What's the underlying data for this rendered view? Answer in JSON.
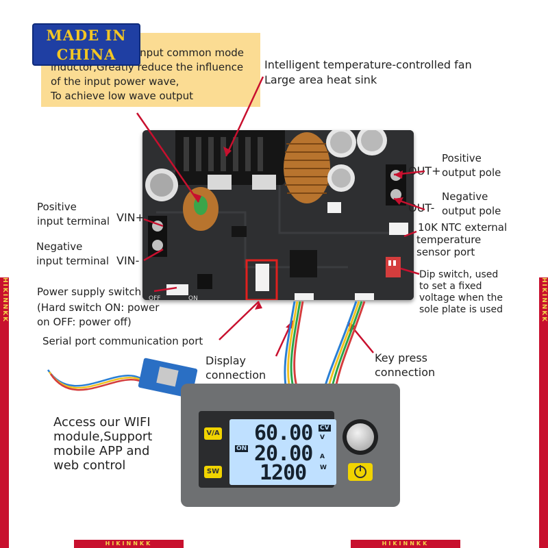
{
  "badge": {
    "line1": "MADE IN",
    "line2": "CHINA"
  },
  "callouts": {
    "inductor": [
      "input common mode",
      "inductor,Greatly reduce the influence",
      "of the input power wave,",
      "To achieve low wave output"
    ],
    "fan": [
      "Intelligent temperature-controlled fan",
      "Large area heat sink"
    ],
    "positive_output": [
      "Positive",
      "output pole"
    ],
    "negative_output": [
      "Negative",
      "output pole"
    ],
    "ntc": [
      "10K NTC external",
      "temperature",
      "sensor port"
    ],
    "dip": [
      "Dip switch, used",
      "to set a fixed",
      "voltage when the",
      "sole plate is used"
    ],
    "positive_input": [
      "Positive",
      "input terminal"
    ],
    "negative_input": [
      "Negative",
      "input terminal"
    ],
    "power_switch": [
      "Power supply switch",
      "(Hard switch ON: power",
      "on OFF: power off)"
    ],
    "serial_port": "Serial port communication port",
    "display_conn": [
      "Display",
      "connection"
    ],
    "key_conn": [
      "Key press",
      "connection"
    ],
    "wifi": [
      "Access our WIFI",
      "module,Support",
      "mobile APP and",
      "web control"
    ]
  },
  "terminals": {
    "vin_plus": "VIN+",
    "vin_minus": "VIN-",
    "out_plus": "OUT+",
    "out_minus": "OUT-"
  },
  "board_labels": {
    "off": "OFF",
    "on": "ON"
  },
  "display": {
    "voltage": "60.00",
    "current": "20.00",
    "power": "1200",
    "cv_badge": "CV",
    "on_badge": "ON",
    "unit_v": "V",
    "unit_a": "A",
    "unit_w": "W",
    "btn_va": "V/A",
    "btn_sw": "SW"
  },
  "watermark": "HIKINNKK",
  "colors": {
    "badge_bg": "#1f3fa3",
    "badge_text": "#f3c623",
    "note_bg": "#fbdc93",
    "band": "#c8102e",
    "arrow": "#c8102e",
    "lcd": "#bfe0ff"
  }
}
